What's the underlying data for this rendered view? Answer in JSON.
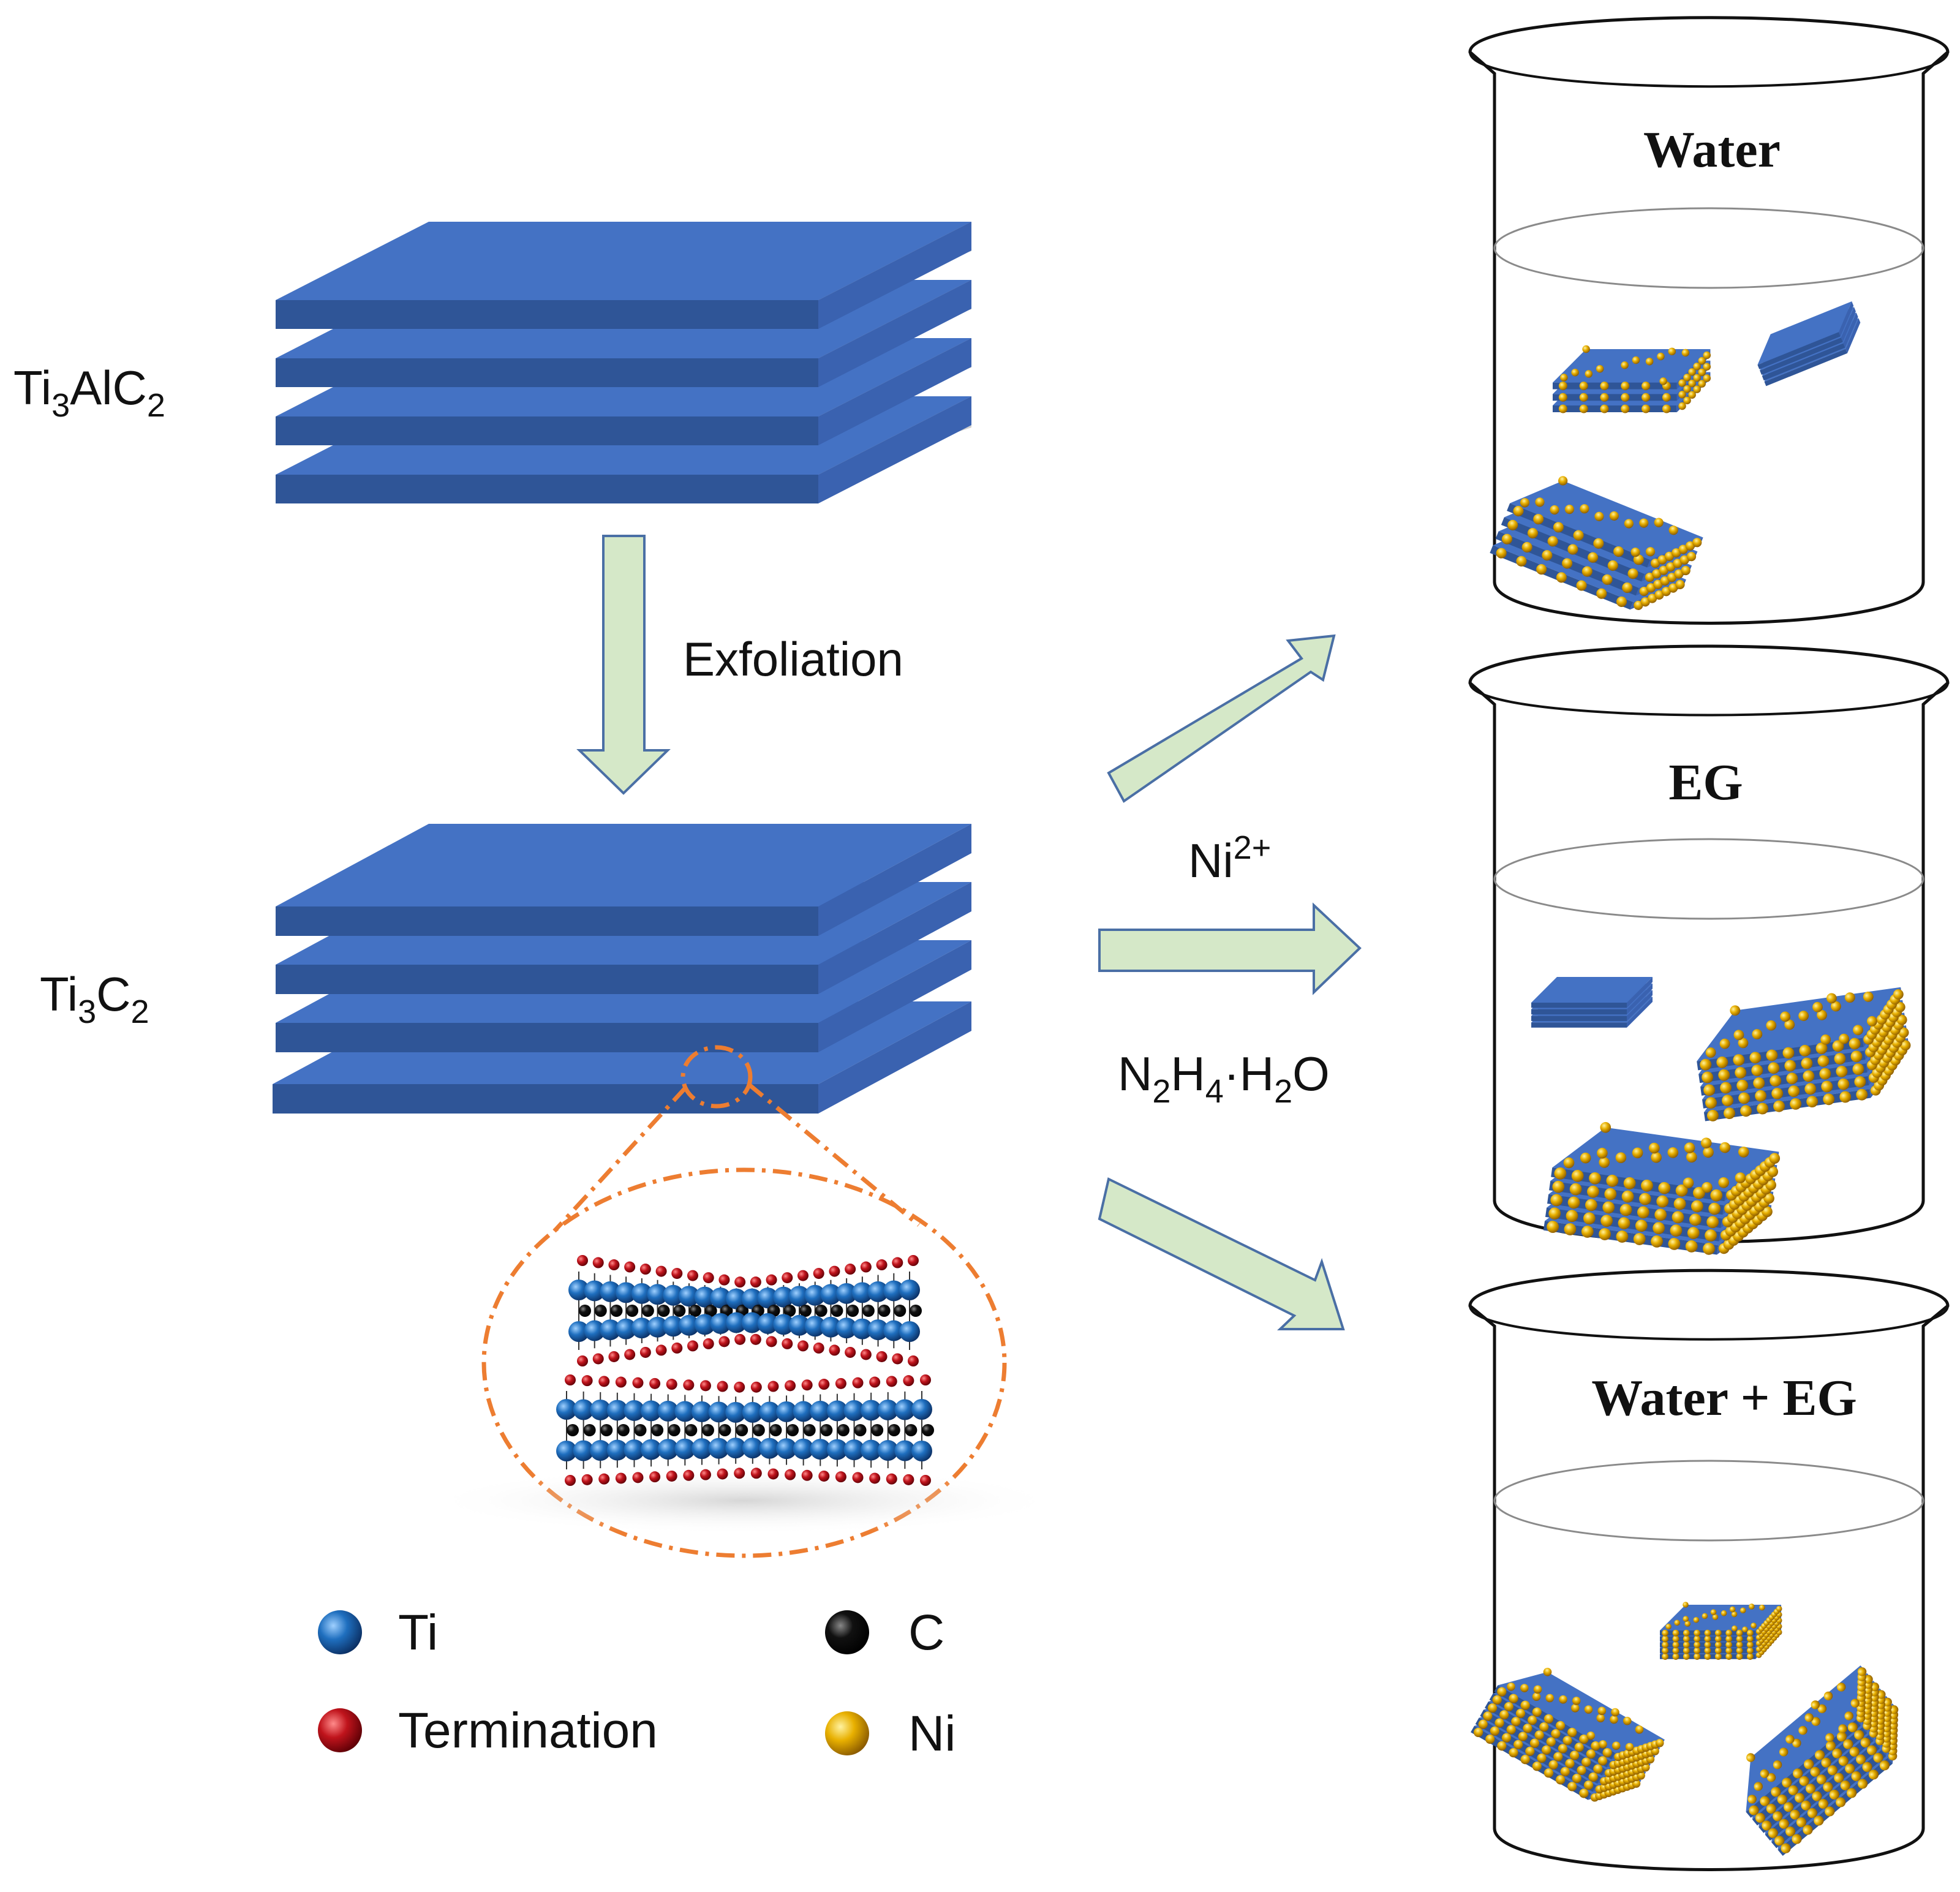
{
  "materials": {
    "precursor": {
      "base": "Ti",
      "sub1": "3",
      "mid": "AlC",
      "sub2": "2"
    },
    "mxene": {
      "base": "Ti",
      "sub1": "3",
      "mid": "C",
      "sub2": "2"
    }
  },
  "process": {
    "exfoliation": "Exfoliation",
    "ion": {
      "base": "Ni",
      "sup": "2+"
    },
    "reducer": {
      "p1": "N",
      "s1": "2",
      "p2": "H",
      "s2": "4",
      "p3": "·H",
      "s3": "2",
      "p4": "O"
    }
  },
  "beakers": [
    {
      "solvent": "Water"
    },
    {
      "solvent": "EG"
    },
    {
      "solvent": "Water + EG"
    }
  ],
  "legend": [
    {
      "label": "Ti",
      "color": "#1f6fbf"
    },
    {
      "label": "C",
      "color": "#000000"
    },
    {
      "label": "Termination",
      "color": "#c0141c"
    },
    {
      "label": "Ni",
      "color": "#e8b000"
    }
  ],
  "colors": {
    "sheet_top": "#4472c4",
    "sheet_side": "#2f5597",
    "al_layer": "#d0d0d0",
    "arrow_fill": "#d5e8c8",
    "arrow_stroke": "#4a6fa5",
    "zoom_circle": "#ed7d31"
  }
}
